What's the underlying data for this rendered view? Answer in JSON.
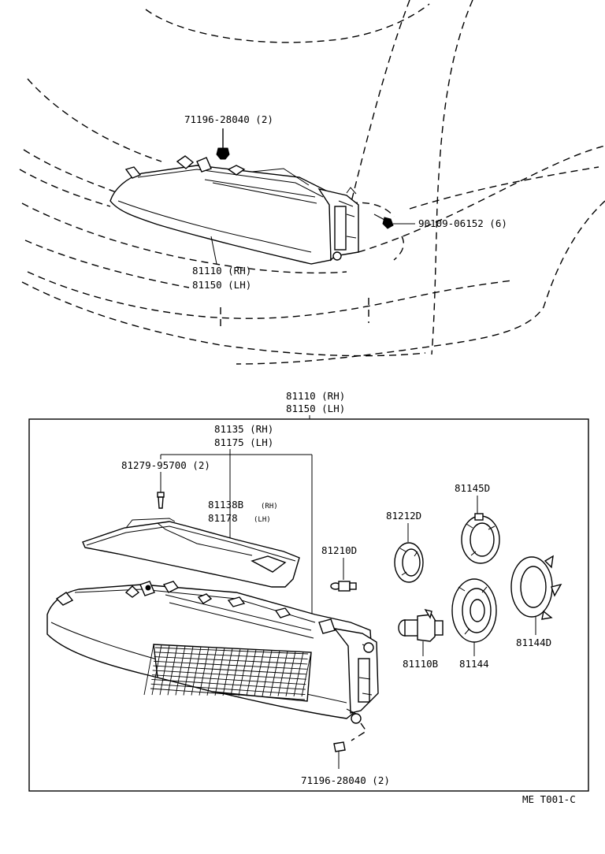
{
  "labels": {
    "top_nut": "71196-28040 (2)",
    "top_screw": "90109-06152 (6)",
    "top_assy_rh": "81110 (RH)",
    "top_assy_lh": "81150 (LH)",
    "box_assy_rh": "81110 (RH)",
    "box_assy_lh": "81150 (LH)",
    "housing_rh": "81135 (RH)",
    "housing_lh": "81175 (LH)",
    "screw": "81279-95700 (2)",
    "cover_rh_num": "81138B",
    "cover_rh_tag": "(RH)",
    "cover_lh_num": "81178",
    "cover_lh_tag": "(LH)",
    "bulb_small": "81210D",
    "ring": "81212D",
    "socket_top": "81145D",
    "cap_right": "81144D",
    "bulb": "81110B",
    "socket_bottom": "81144",
    "bottom_nut": "71196-28040 (2)",
    "ref": "ME  T001-C"
  }
}
